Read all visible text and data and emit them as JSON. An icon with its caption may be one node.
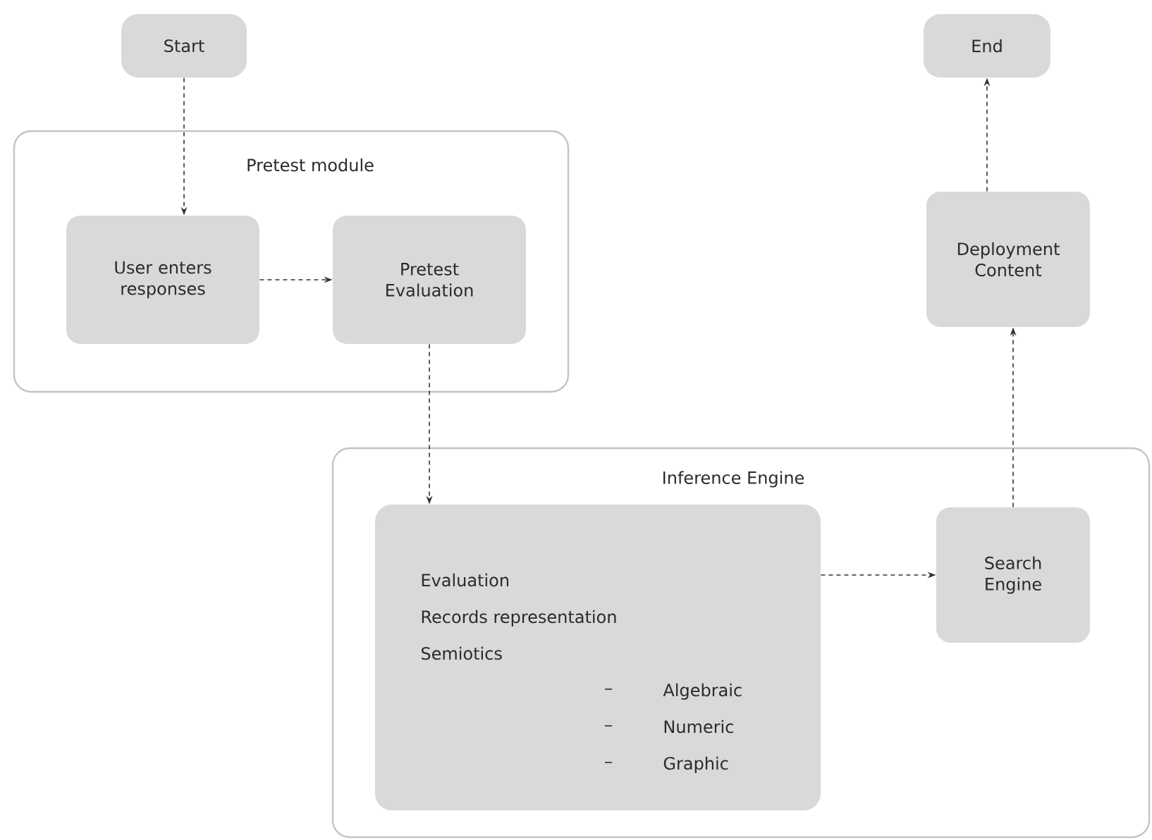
{
  "diagram": {
    "nodes": [
      {
        "text": [
          "Start"
        ]
      },
      {
        "text": [
          "Pretest module"
        ]
      },
      {
        "text": [
          "User enters responses"
        ],
        "in": 1
      },
      {
        "text": [
          "Pretest Evaluation"
        ],
        "in": 1
      },
      {
        "text": [
          "Inference Engine"
        ]
      },
      {
        "text": [
          "Evaluation",
          "Records representation",
          "Semiotics",
          "Algebraic",
          "Numeric",
          "Graphic"
        ],
        "in": 4
      },
      {
        "text": [
          "Search Engine"
        ],
        "in": 4
      },
      {
        "text": [
          "Deployment Content"
        ]
      },
      {
        "text": [
          "End"
        ]
      }
    ],
    "edges": [
      {
        "from": 0,
        "to": 2,
        "arrow": "to",
        "style": "dashed"
      },
      {
        "from": 2,
        "to": 3,
        "arrow": "to",
        "style": "dashed"
      },
      {
        "from": 3,
        "to": 5,
        "arrow": "to",
        "style": "dashed"
      },
      {
        "from": 5,
        "to": 6,
        "arrow": "to",
        "style": "dashed"
      },
      {
        "from": 6,
        "to": 7,
        "arrow": "to",
        "style": "dashed"
      },
      {
        "from": 7,
        "to": 8,
        "arrow": "to",
        "style": "dashed"
      }
    ]
  }
}
